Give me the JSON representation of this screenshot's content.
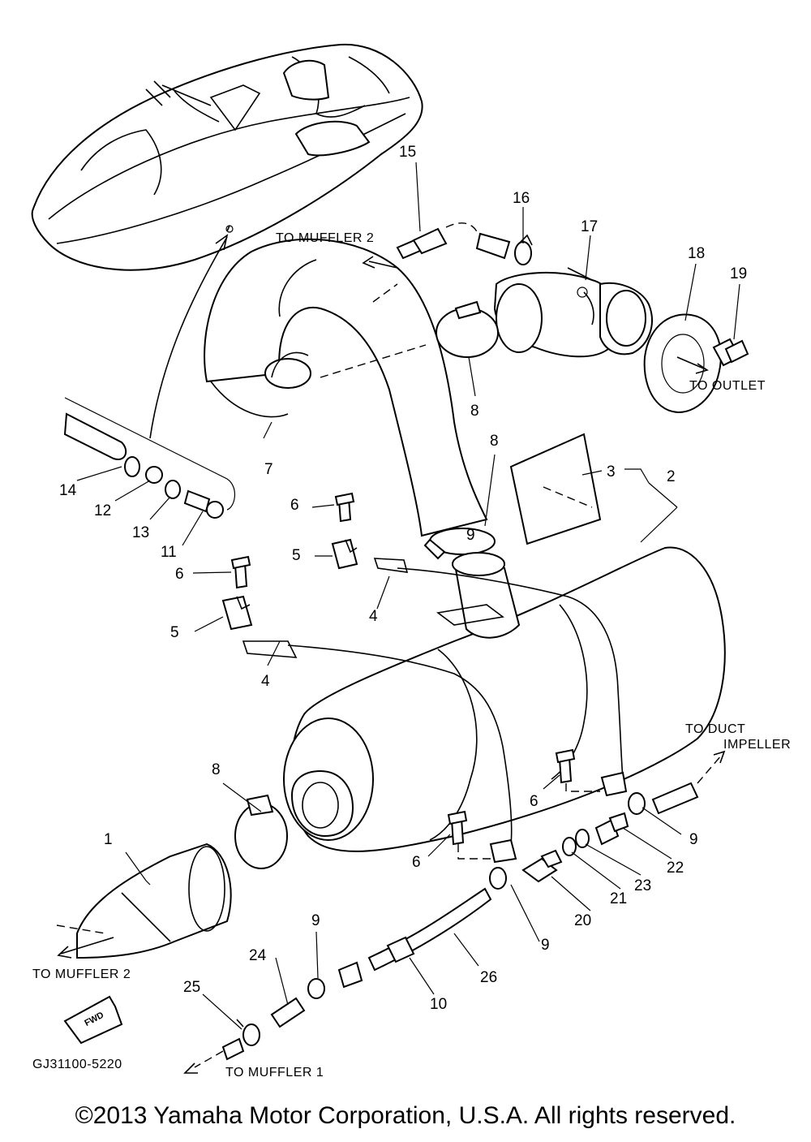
{
  "callouts": [
    "1",
    "2",
    "3",
    "4",
    "4",
    "5",
    "5",
    "6",
    "6",
    "6",
    "6",
    "7",
    "8",
    "8",
    "8",
    "9",
    "9",
    "9",
    "9",
    "10",
    "11",
    "12",
    "13",
    "14",
    "15",
    "16",
    "17",
    "18",
    "19",
    "20",
    "21",
    "22",
    "23",
    "24",
    "25",
    "26"
  ],
  "annotations": {
    "to_muffler_2_top": "TO MUFFLER 2",
    "to_outlet": "TO OUTLET",
    "to_duct": "TO DUCT",
    "impeller": "IMPELLER",
    "to_muffler_2_bottom": "TO MUFFLER 2",
    "to_muffler_1": "TO MUFFLER 1",
    "fwd": "FWD"
  },
  "diagram_code": "GJ31100-5220",
  "copyright": "©2013 Yamaha Motor Corporation, U.S.A. All rights reserved."
}
